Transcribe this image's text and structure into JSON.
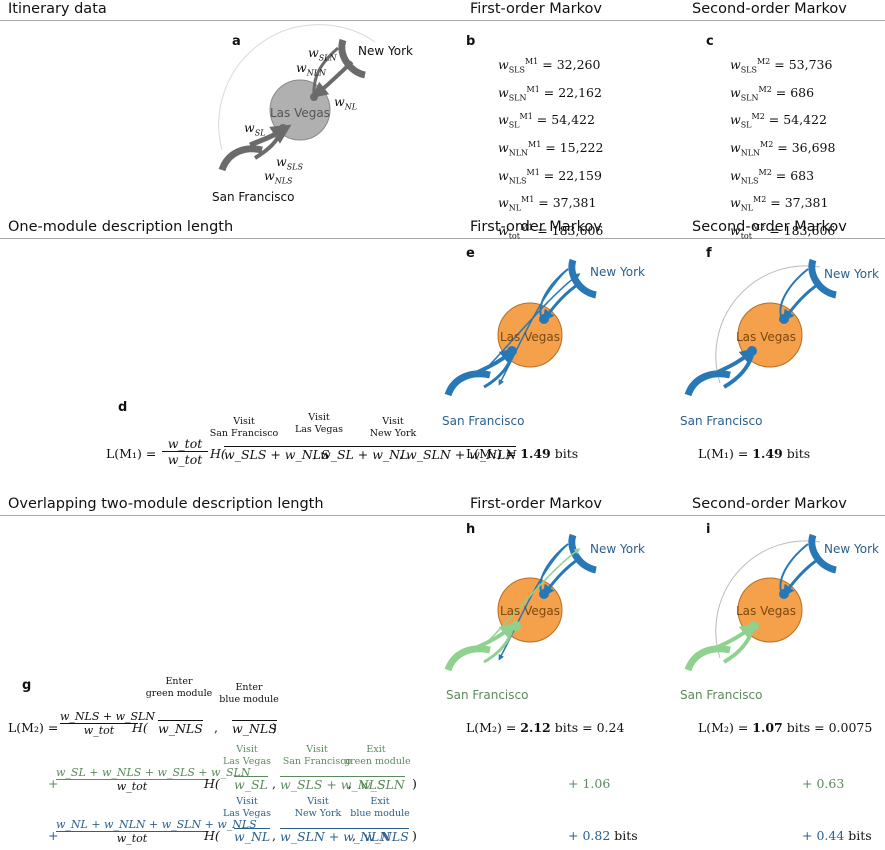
{
  "headers": {
    "itinerary": "Itinerary data",
    "first_order": "First-order Markov",
    "second_order": "Second-order Markov",
    "one_module": "One-module description length",
    "two_module": "Overlapping two-module description length"
  },
  "panel_labels": [
    "a",
    "b",
    "c",
    "d",
    "e",
    "f",
    "g",
    "h",
    "i"
  ],
  "cities": {
    "ny": "New York",
    "lv": "Las Vegas",
    "sf": "San Francisco"
  },
  "panel_a_weights": {
    "w_sln": "w",
    "w_sln_sub": "SLN",
    "w_nln": "w",
    "w_nln_sub": "NLN",
    "w_nl": "w",
    "w_nl_sub": "NL",
    "w_sl": "w",
    "w_sl_sub": "SL",
    "w_sls": "w",
    "w_sls_sub": "SLS",
    "w_nls": "w",
    "w_nls_sub": "NLS"
  },
  "first_order_weights": [
    {
      "sub": "SLS",
      "sup": "M1",
      "value": "32,260"
    },
    {
      "sub": "SLN",
      "sup": "M1",
      "value": "22,162"
    },
    {
      "sub": "SL",
      "sup": "M1",
      "value": "54,422"
    },
    {
      "sub": "NLN",
      "sup": "M1",
      "value": "15,222"
    },
    {
      "sub": "NLS",
      "sup": "M1",
      "value": "22,159"
    },
    {
      "sub": "NL",
      "sup": "M1",
      "value": "37,381"
    },
    {
      "sub": "tot",
      "sup": "M1",
      "value": "183,606"
    }
  ],
  "second_order_weights": [
    {
      "sub": "SLS",
      "sup": "M2",
      "value": "53,736"
    },
    {
      "sub": "SLN",
      "sup": "M2",
      "value": "686"
    },
    {
      "sub": "SL",
      "sup": "M2",
      "value": "54,422"
    },
    {
      "sub": "NLN",
      "sup": "M2",
      "value": "36,698"
    },
    {
      "sub": "NLS",
      "sup": "M2",
      "value": "683"
    },
    {
      "sub": "NL",
      "sup": "M2",
      "value": "37,381"
    },
    {
      "sub": "tot",
      "sup": "M2",
      "value": "183,606"
    }
  ],
  "eq_d": {
    "lhs": "L(M₁) =",
    "frac_num": "w_tot",
    "frac_den": "w_tot",
    "visit_sf": "Visit",
    "visit_sf2": "San Francisco",
    "visit_lv": "Visit",
    "visit_lv2": "Las Vegas",
    "visit_ny": "Visit",
    "visit_ny2": "New York",
    "arg1": "w_SLS + w_NLS",
    "arg2": "w_SL + w_NL",
    "arg3": "w_SLN + w_NLN"
  },
  "results_one_module": {
    "first": {
      "prefix": "L(M₁) = ",
      "value": "1.49",
      "unit": " bits"
    },
    "second": {
      "prefix": "L(M₁) = ",
      "value": "1.49",
      "unit": " bits"
    }
  },
  "eq_g": {
    "lhs": "L(M₂) =",
    "row1_num": "w_NLS + w_SLN",
    "row1_den": "w_tot",
    "enter_green": "Enter",
    "enter_green2": "green module",
    "enter_blue": "Enter",
    "enter_blue2": "blue module",
    "row1_arg1": "w_NLS",
    "row1_arg2": "w_NLS",
    "row2_num": "w_SL + w_NLS + w_SLS + w_SLN",
    "row2_den": "w_tot",
    "r2_lv": "Visit",
    "r2_lv2": "Las Vegas",
    "r2_sf": "Visit",
    "r2_sf2": "San Francisco",
    "r2_exit": "Exit",
    "r2_exit2": "green module",
    "row2_arg1": "w_SL",
    "row2_arg2": "w_SLS + w_NLS",
    "row2_arg3": "w_SLN",
    "row3_num": "w_NL + w_NLN + w_SLN + w_NLS",
    "row3_den": "w_tot",
    "r3_lv": "Visit",
    "r3_lv2": "Las Vegas",
    "r3_ny": "Visit",
    "r3_ny2": "New York",
    "r3_exit": "Exit",
    "r3_exit2": "blue module",
    "row3_arg1": "w_NL",
    "row3_arg2": "w_SLN + w_NLN",
    "row3_arg3": "w_NLS"
  },
  "results_two_module": {
    "first": {
      "line1_prefix": "L(M₂) = ",
      "line1_value": "2.12",
      "line1_suffix": " bits = 0.24",
      "line2": "+ 1.06",
      "line3_num": "+ 0.82",
      "line3_unit": " bits"
    },
    "second": {
      "line1_prefix": "L(M₂) = ",
      "line1_value": "1.07",
      "line1_suffix": " bits = 0.0075",
      "line2": "+ 0.63",
      "line3_num": "+ 0.44",
      "line3_unit": " bits"
    }
  },
  "colors": {
    "blue": "#2878b5",
    "green": "#8fd18f",
    "orange": "#f5a04a",
    "gray": "#6b6b6b",
    "green_text": "#5c8a5c",
    "blue_text": "#2b5f8c"
  }
}
